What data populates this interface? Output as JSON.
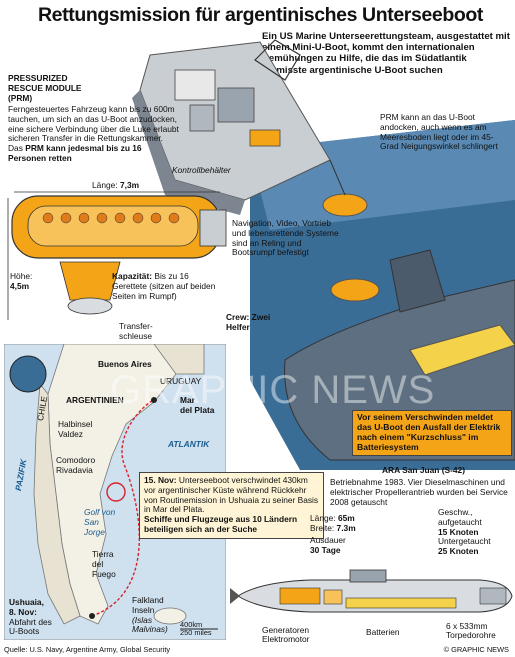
{
  "title": "Rettungsmission für argentinisches Unterseeboot",
  "intro": "Ein US Marine Unterseerettungsteam, ausgestattet mit einem Mini-U-Boot, kommt den internationalen Bemühungen zu Hilfe, die das im Südatlantik vermisste argentinische U-Boot suchen",
  "prm": {
    "heading_1": "PRESSURIZED",
    "heading_2": "RESCUE MODULE",
    "heading_3": "(PRM)",
    "description": "Ferngesteuertes Fahrzeug kann bis zu 600m tauchen, um sich an das U-Boot anzudocken, eine sichere Verbindung über die Luke erlaubt sicheren Transfer in die Rettungskammer. Das",
    "description_bold": "PRM kann jedesmal bis zu 16 Personen retten",
    "length_label": "Länge:",
    "length_value": "7,3m",
    "height_label": "Höhe:",
    "height_value": "4,5m",
    "capacity_label": "Kapazität:",
    "capacity_text": "Bis zu 16 Gerettete (sitzen auf beiden Seiten im Rumpf)",
    "transfer_label": "Transfer-",
    "transfer_label_2": "schleuse",
    "crew_label": "Crew: Zwei Helfer"
  },
  "ship": {
    "container_label": "Kontrollbehälter",
    "systems_label": "Navigation, Video, Vortrieb und lebensrettende Systeme sind an Reling und Bootsrumpf befestigt"
  },
  "sub_annotation": "PRM kann an das U-Boot andocken, auch wenn es am Meeresboden liegt oder im 45-Grad Neigungswinkel schlingert",
  "callout_fault": "Vor seinem Verschwinden meldet das U-Boot den Ausfall der Elektrik nach einem \"Kurzschluss\" im Batteriesystem",
  "map": {
    "labels": {
      "buenos_aires": "Buenos Aires",
      "uruguay": "URUGUAY",
      "argentinien": "ARGENTINIEN",
      "chile": "CHILE",
      "mar_del_plata_1": "Mar",
      "mar_del_plata_2": "del Plata",
      "atlantik": "ATLANTIK",
      "pazifik": "PAZIFIK",
      "halbinsel_1": "Halbinsel",
      "halbinsel_2": "Valdez",
      "comodoro_1": "Comodoro",
      "comodoro_2": "Rivadavia",
      "golf_1": "Golf von",
      "golf_2": "San",
      "golf_3": "Jorge",
      "tierra_1": "Tierra",
      "tierra_2": "del",
      "tierra_3": "Fuego",
      "falkland_1": "Falkland",
      "falkland_2": "Inseln",
      "malvinas_1": "(Islas",
      "malvinas_2": "Malvinas)",
      "ushuaia_1": "Ushuaia,",
      "ushuaia_2": "8. Nov:",
      "ushuaia_3": "Abfahrt des",
      "ushuaia_4": "U-Boots",
      "scale_km": "400km",
      "scale_mi": "250 miles"
    },
    "callout_date": "15. Nov:",
    "callout_text": "Unterseeboot verschwindet 430km vor argentinischer Küste während Rückkehr von Routinemission in Ushuaia zu seiner Basis in Mar del Plata.",
    "callout_bold": "Schiffe und Flugzeuge aus 10 Ländern beteiligen sich an der Suche"
  },
  "sub_specs": {
    "name": "ARA San Juan (S-42)",
    "built": "Betriebnahme 1983. Vier Dieselmaschinen und elektrischer Propellerantrieb wurden bei Service 2008 getauscht",
    "length_label": "Länge:",
    "length_value": "65m",
    "width_label": "Breite:",
    "width_value": "7.3m",
    "endurance_label": "Ausdauer",
    "endurance_value": "30 Tage",
    "speed_label_1": "Geschw., aufgetaucht",
    "speed_value_1": "15 Knoten",
    "speed_label_2": "Untergetaucht",
    "speed_value_2": "25 Knoten",
    "part_generators": "Generatoren",
    "part_motor": "Elektromotor",
    "part_batteries": "Batterien",
    "part_torpedo_1": "6 x 533mm",
    "part_torpedo_2": "Torpedorohre"
  },
  "watermark": "GRAPHIC NEWS",
  "source": "Quelle: U.S. Navy, Argentine Army, Global Security",
  "credit": "© GRAPHIC NEWS",
  "colors": {
    "accent_orange": "#f4a417",
    "sea_blue": "#2e5f8a",
    "map_sea": "#cfe0ee",
    "land": "#f3f0e6",
    "route_red": "#d8222a"
  }
}
